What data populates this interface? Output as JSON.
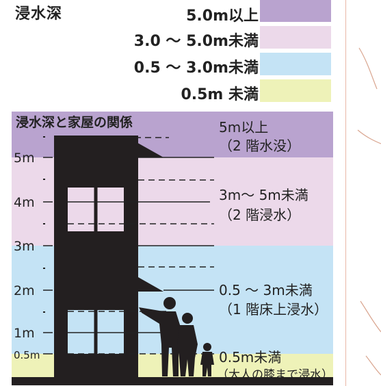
{
  "legend": {
    "title": "浸水深",
    "items": [
      {
        "label": "5.0m以上",
        "color": "#b9a3cf"
      },
      {
        "label": "3.0 ～ 5.0m未満",
        "color": "#ecd9ea"
      },
      {
        "label": "0.5 ～ 3.0m未満",
        "color": "#c4e3f5"
      },
      {
        "label": "0.5m 未満",
        "color": "#eef2b8"
      }
    ]
  },
  "diagram": {
    "title": "浸水深と家屋の関係",
    "axis_ticks": [
      "5m",
      "4m",
      "3m",
      "2m",
      "1m",
      "0.5m"
    ],
    "bands": [
      {
        "range": "5m以上",
        "note": "（2 階水没）",
        "color": "#b9a3cf"
      },
      {
        "range": "3m～ 5m未満",
        "note": "（2 階浸水）",
        "color": "#ecd9ea"
      },
      {
        "range": "0.5 ～ 3m未満",
        "note": "（1 階床上浸水）",
        "color": "#c4e3f5"
      },
      {
        "range": "0.5m未満",
        "note": "（大人の膝まで浸水）",
        "color": "#eef2b8"
      }
    ],
    "house_color": "#231f20"
  }
}
